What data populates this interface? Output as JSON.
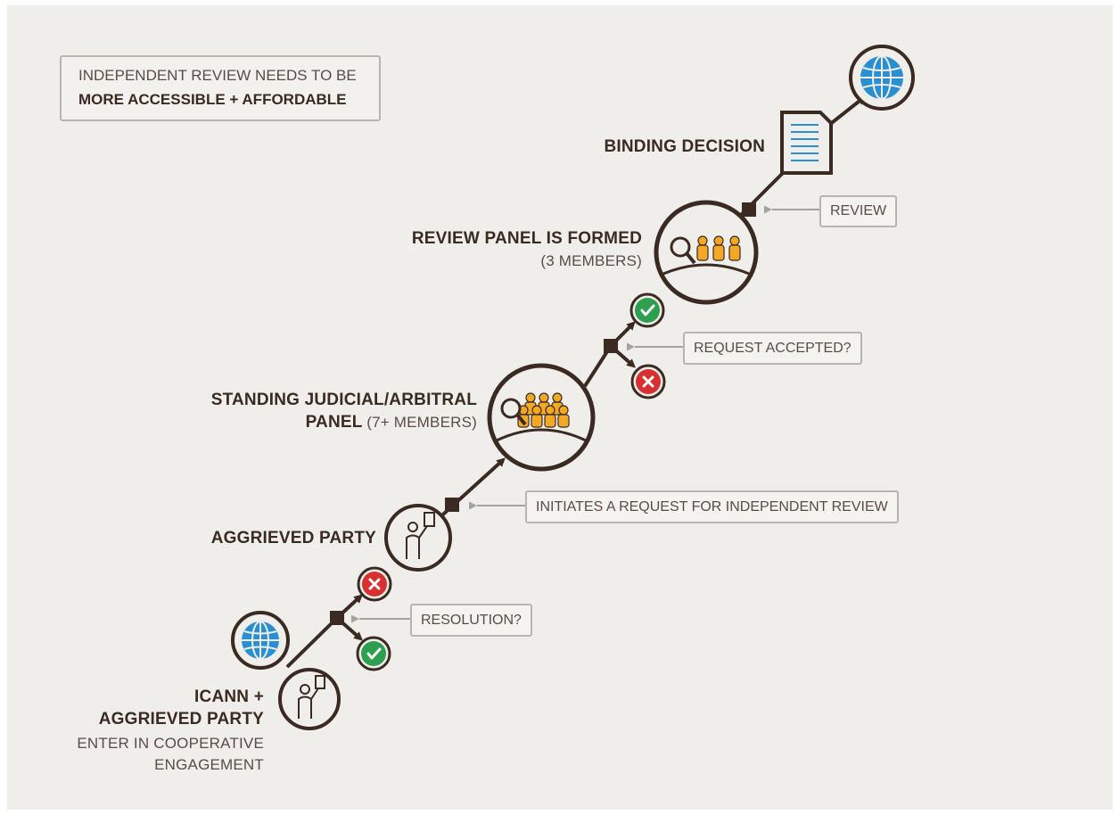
{
  "headline": {
    "line1": "INDEPENDENT REVIEW NEEDS TO BE",
    "line2": "MORE ACCESSIBLE + AFFORDABLE"
  },
  "stages": {
    "start": {
      "title_line1": "ICANN +",
      "title_line2": "AGGRIEVED PARTY",
      "sub_line1": "ENTER IN COOPERATIVE",
      "sub_line2": "ENGAGEMENT"
    },
    "aggrieved": {
      "title": "AGGRIEVED PARTY"
    },
    "standing_panel": {
      "title_line1": "STANDING JUDICIAL/ARBITRAL",
      "title_line2_bold": "PANEL",
      "title_line2_light": "(7+ MEMBERS)"
    },
    "review_panel": {
      "title": "REVIEW PANEL IS FORMED",
      "sub": "(3 MEMBERS)"
    },
    "decision": {
      "title": "BINDING DECISION"
    }
  },
  "callouts": {
    "resolution": "RESOLUTION?",
    "initiates": "INITIATES A REQUEST FOR INDEPENDENT REVIEW",
    "request_accepted": "REQUEST ACCEPTED?",
    "review": "REVIEW"
  },
  "colors": {
    "background": "#efeeea",
    "line": "#3a2a22",
    "accept_green": "#2e9e4f",
    "reject_red": "#d63031",
    "globe_blue": "#2a8fd1",
    "people_orange": "#f3a826"
  },
  "icons": [
    "globe-icon",
    "person-sign-icon",
    "panel-people-icon",
    "magnifier-icon",
    "document-icon",
    "check-icon",
    "x-icon"
  ]
}
